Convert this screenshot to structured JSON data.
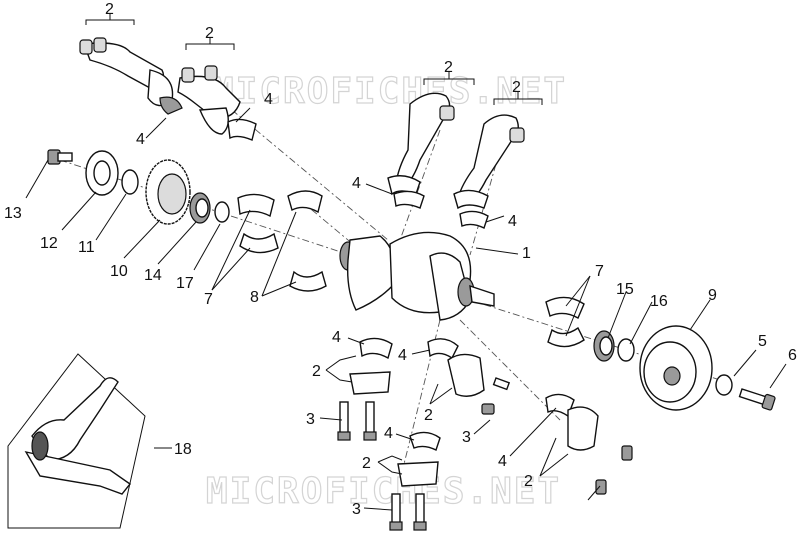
{
  "watermarks": [
    "MICROFICHES.NET",
    "MICROFICHES.NET"
  ],
  "callouts": [
    {
      "id": "c2a",
      "text": "2"
    },
    {
      "id": "c2b",
      "text": "2"
    },
    {
      "id": "c2c",
      "text": "2"
    },
    {
      "id": "c2d",
      "text": "2"
    },
    {
      "id": "c4a",
      "text": "4"
    },
    {
      "id": "c4b",
      "text": "4"
    },
    {
      "id": "c4c",
      "text": "4"
    },
    {
      "id": "c4d",
      "text": "4"
    },
    {
      "id": "c1",
      "text": "1"
    },
    {
      "id": "c13",
      "text": "13"
    },
    {
      "id": "c12",
      "text": "12"
    },
    {
      "id": "c11",
      "text": "11"
    },
    {
      "id": "c10",
      "text": "10"
    },
    {
      "id": "c14",
      "text": "14"
    },
    {
      "id": "c17",
      "text": "17"
    },
    {
      "id": "c7a",
      "text": "7"
    },
    {
      "id": "c8",
      "text": "8"
    },
    {
      "id": "c7b",
      "text": "7"
    },
    {
      "id": "c15",
      "text": "15"
    },
    {
      "id": "c16",
      "text": "16"
    },
    {
      "id": "c9",
      "text": "9"
    },
    {
      "id": "c5",
      "text": "5"
    },
    {
      "id": "c6",
      "text": "6"
    },
    {
      "id": "c4e",
      "text": "4"
    },
    {
      "id": "c4f",
      "text": "4"
    },
    {
      "id": "c2e",
      "text": "2"
    },
    {
      "id": "c2f",
      "text": "2"
    },
    {
      "id": "c3a",
      "text": "3"
    },
    {
      "id": "c3b",
      "text": "3"
    },
    {
      "id": "c4g",
      "text": "4"
    },
    {
      "id": "c4h",
      "text": "4"
    },
    {
      "id": "c2g",
      "text": "2"
    },
    {
      "id": "c2h",
      "text": "2"
    },
    {
      "id": "c3c",
      "text": "3"
    },
    {
      "id": "c18",
      "text": "18"
    }
  ]
}
